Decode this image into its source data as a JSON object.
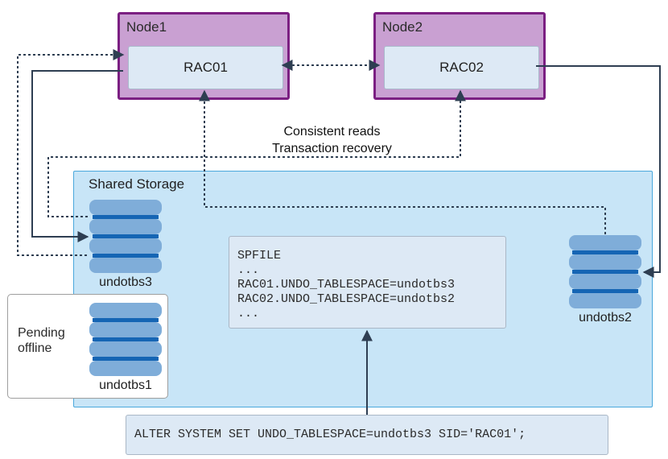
{
  "nodes": [
    {
      "label": "Node1",
      "instance": "RAC01"
    },
    {
      "label": "Node2",
      "instance": "RAC02"
    }
  ],
  "annotation": {
    "line1": "Consistent reads",
    "line2": "Transaction recovery"
  },
  "storage": {
    "label": "Shared Storage",
    "disks": {
      "undotbs3": "undotbs3",
      "undotbs2": "undotbs2",
      "undotbs1": "undotbs1"
    },
    "offline_label": "Pending\noffline"
  },
  "spfile": {
    "lines": [
      "SPFILE",
      "...",
      "RAC01.UNDO_TABLESPACE=undotbs3",
      "RAC02.UNDO_TABLESPACE=undotbs2",
      "..."
    ]
  },
  "command": "ALTER SYSTEM SET UNDO_TABLESPACE=undotbs3 SID='RAC01';",
  "colors": {
    "node_fill": "#c9a0d2",
    "node_border": "#7b1f82",
    "instance_fill": "#dde9f5",
    "storage_fill": "#c8e5f7",
    "storage_border": "#4aa8dc",
    "disk_light": "#7fadd9",
    "disk_dark": "#1565b4",
    "arrow": "#2e3e52"
  }
}
